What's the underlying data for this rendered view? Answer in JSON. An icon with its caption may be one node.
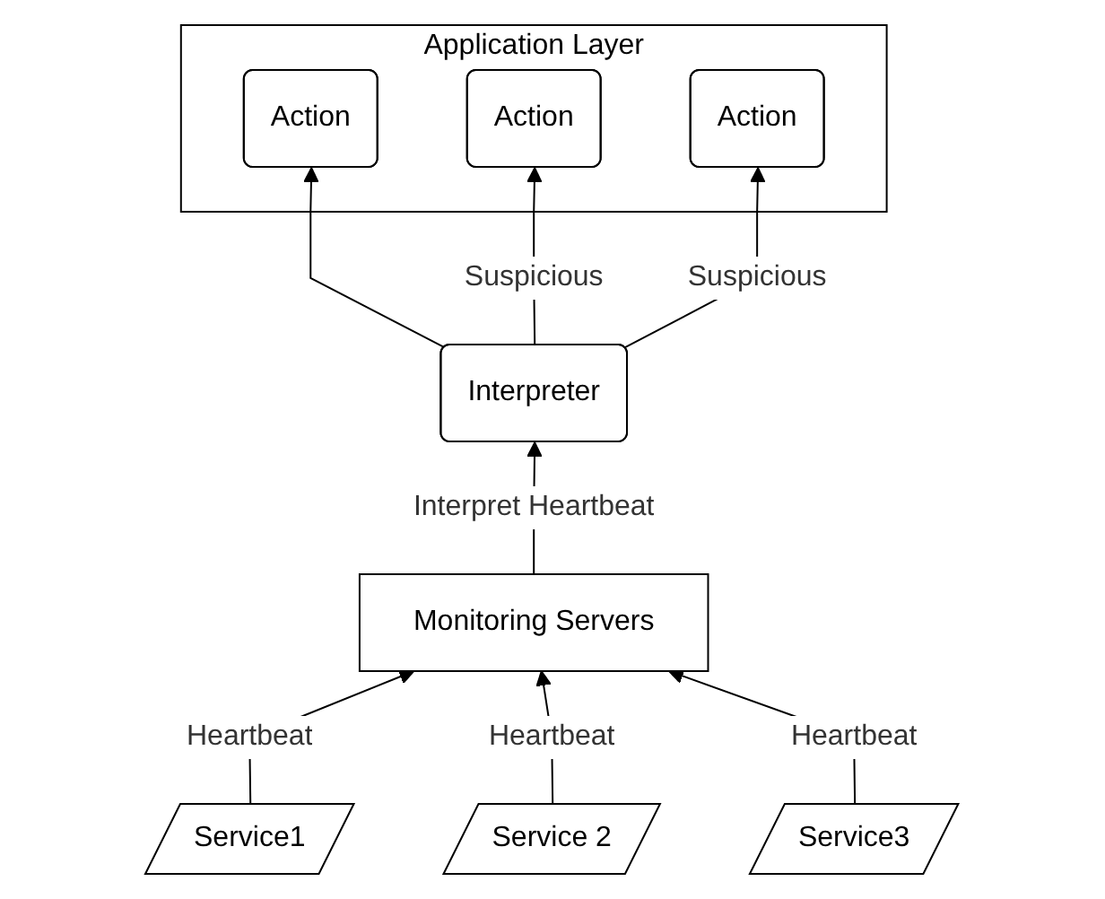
{
  "diagram": {
    "nodes": [
      {
        "text": [
          "Application Layer"
        ]
      },
      {
        "text": [
          "Action"
        ],
        "in": 0
      },
      {
        "text": [
          "Action"
        ],
        "in": 0
      },
      {
        "text": [
          "Action"
        ],
        "in": 0
      },
      {
        "text": [
          "Interpreter"
        ]
      },
      {
        "text": [
          "Monitoring Servers"
        ]
      },
      {
        "text": [
          "Service1"
        ]
      },
      {
        "text": [
          "Service 2"
        ]
      },
      {
        "text": [
          "Service3"
        ]
      }
    ],
    "edges": [
      {
        "from": 4,
        "to": 1,
        "arrow": "to"
      },
      {
        "from": 4,
        "to": 2,
        "arrow": "to",
        "label": "Suspicious"
      },
      {
        "from": 4,
        "to": 3,
        "arrow": "to",
        "label": "Suspicious"
      },
      {
        "from": 5,
        "to": 4,
        "arrow": "to",
        "label": "Interpret Heartbeat"
      },
      {
        "from": 6,
        "to": 5,
        "arrow": "to",
        "label": "Heartbeat"
      },
      {
        "from": 7,
        "to": 5,
        "arrow": "to",
        "label": "Heartbeat"
      },
      {
        "from": 8,
        "to": 5,
        "arrow": "to",
        "label": "Heartbeat"
      }
    ]
  }
}
